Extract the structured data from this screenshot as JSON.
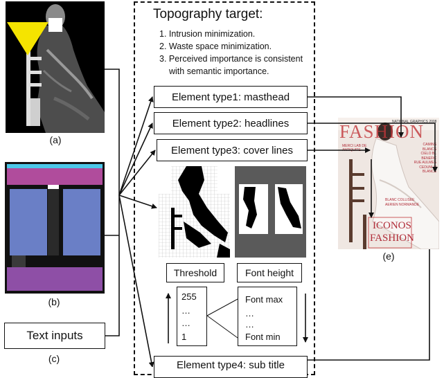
{
  "panels": {
    "a_label": "(a)",
    "b_label": "(b)",
    "c_label": "(c)",
    "e_label": "(e)",
    "text_inputs": "Text inputs"
  },
  "target": {
    "title": "Topography target:",
    "items": [
      "1. Intrusion minimization.",
      "2. Waste space minimization.",
      "3. Perceived importance is consistent",
      "with semantic importance."
    ]
  },
  "element_types": {
    "t1": "Element type1: masthead",
    "t2": "Element type2: headlines",
    "t3": "Element type3: cover lines",
    "t4": "Element type4: sub title"
  },
  "maps": {
    "threshold": "Threshold",
    "font_height": "Font height"
  },
  "scale_left": {
    "top": "255",
    "dots1": "…",
    "dots2": "…",
    "bottom": "1"
  },
  "scale_right": {
    "top": "Font max",
    "dots1": "…",
    "dots2": "…",
    "bottom": "Font min"
  },
  "cover": {
    "masthead": "FASHION",
    "tagline": "NATIONAL GRAPHICS 2008",
    "left_lines": [
      "MERCI LAB DE",
      "ANTIQUITE"
    ],
    "right_lines": [
      "CAMINS BLANCS",
      "CIELO BL",
      "BENEFIC",
      "RUE AULMES",
      "CEDUNI LI",
      "BLANCS"
    ],
    "bottom_lines": [
      "BLANC COLLISEE",
      "AERIEN NORMANDE"
    ],
    "sub1": "ICONOS",
    "sub2": "FASHION"
  },
  "colors": {
    "yellow": "#f5e400",
    "cyan": "#4cc7e8",
    "magenta": "#b04c9c",
    "blue": "#6a7fc6",
    "purple": "#8e4fa6",
    "cover_red": "#c1363a"
  }
}
